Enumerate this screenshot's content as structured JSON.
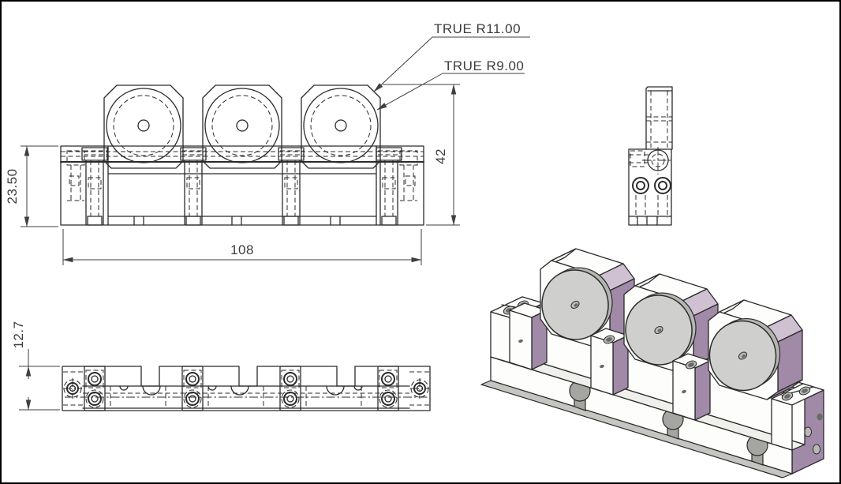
{
  "drawing": {
    "callouts": {
      "r11": "TRUE R11.00",
      "r9": "TRUE R9.00"
    },
    "dims": {
      "base_height": "23.50",
      "overall_height": "42",
      "overall_length": "108",
      "rail_width": "12.7"
    },
    "colors": {
      "background": "#ffffff",
      "frame_color": "#000000",
      "line_color": "#2b2b2b",
      "dim_line_color": "#3f3f3f",
      "dim_text_color": "#3c3c3c",
      "face_white": "#fdfdfc",
      "face_soft": "#efefec",
      "face_shaded": "#a189a8",
      "face_shaded_light": "#cfc0d2",
      "disc_fill": "#cfcfcd",
      "disc_edge": "#b5b5b2",
      "base_strip": "#c5c5c2",
      "notch_fill": "#a5a5a2",
      "hole_fill": "#6a6a67",
      "hole_rim": "#b9b9b6"
    }
  }
}
